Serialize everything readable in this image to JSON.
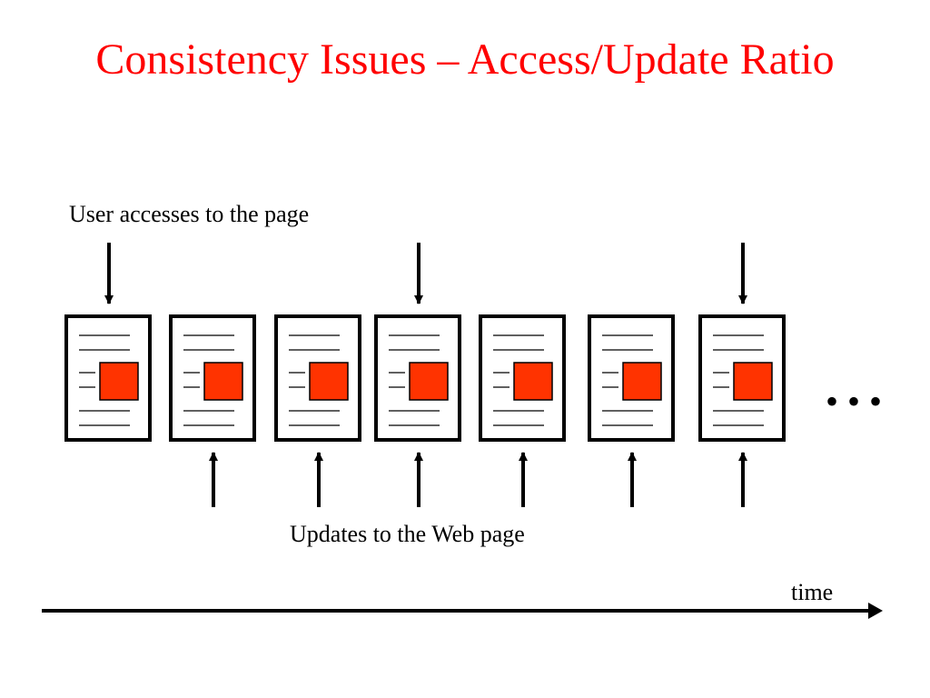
{
  "slide": {
    "title": "Consistency Issues – Access/Update Ratio",
    "title_color": "#ff0000"
  },
  "diagram": {
    "access_label": "User accesses to the page",
    "update_label": "Updates to the Web page",
    "time_label": "time",
    "continuation_marker": "• • •",
    "page_count": 7,
    "accessed_pages": [
      1,
      4,
      7
    ],
    "updated_pages": [
      2,
      3,
      4,
      5,
      6,
      7
    ],
    "page_icon_name": "web-page-icon",
    "page_image_color": "#ff3300"
  }
}
